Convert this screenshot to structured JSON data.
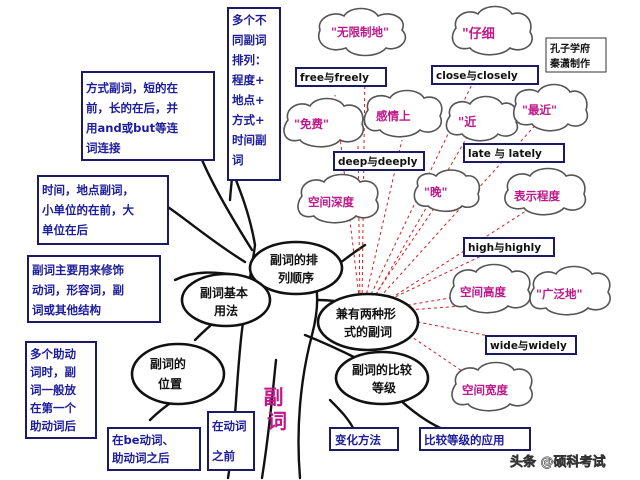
{
  "main_title": "副词",
  "author": [
    "孔子学府",
    "秦潇制作"
  ],
  "watermark": "头条 @硕科考试",
  "nodes": {
    "basic_usage": [
      "副词基本",
      "用法"
    ],
    "order": [
      "副词的排",
      "列顺序"
    ],
    "position": [
      "副词的",
      "位置"
    ],
    "two_forms": [
      "兼有两种形",
      "式的副词"
    ],
    "comparison": [
      "副词的比较",
      "等级"
    ]
  },
  "boxes": {
    "multi_order": [
      "多个不",
      "同副词",
      "排列：",
      "程度+",
      "地点+",
      "方式+",
      "时间副",
      "词"
    ],
    "manner": [
      "方式副词，短的在",
      "前，长的在后，并",
      "用and或but等连",
      "词连接"
    ],
    "time_place": [
      "时间，地点副词，",
      "小单位的在前，大",
      "单位在后"
    ],
    "main_use": [
      "副词主要用来修饰",
      "动词，形容词，副",
      "词或其他结构"
    ],
    "aux": [
      "多个助动",
      "词时，副",
      "词一般放",
      "在第一个",
      "助动词后"
    ],
    "after_be": [
      "在be动词、",
      "助动词之后"
    ],
    "before_verb": [
      "在动词",
      "之前"
    ],
    "change_method": "变化方法",
    "comparison_use": "比较等级的应用"
  },
  "pairs": {
    "free": "free与freely",
    "deep": "deep与deeply",
    "close": "close与closely",
    "late": "late 与 lately",
    "high": "high与highly",
    "wide": "wide与widely"
  },
  "clouds": {
    "unlimited": "\"无限制地\"",
    "free_charge": "\"免费\"",
    "emotion": "感情上",
    "space_depth": "空间深度",
    "careful": "\"仔细",
    "near": "\"近",
    "recent": "\"最近\"",
    "late": "\"晚\"",
    "degree": "表示程度",
    "space_height": "空间高度",
    "broadly": "\"广泛地\"",
    "space_width": "空间宽度"
  },
  "colors": {
    "box_text": "#1c1c9c",
    "cloud_text": "#c0188a",
    "dashed_line": "#d42020",
    "outline": "#1a1a66"
  }
}
